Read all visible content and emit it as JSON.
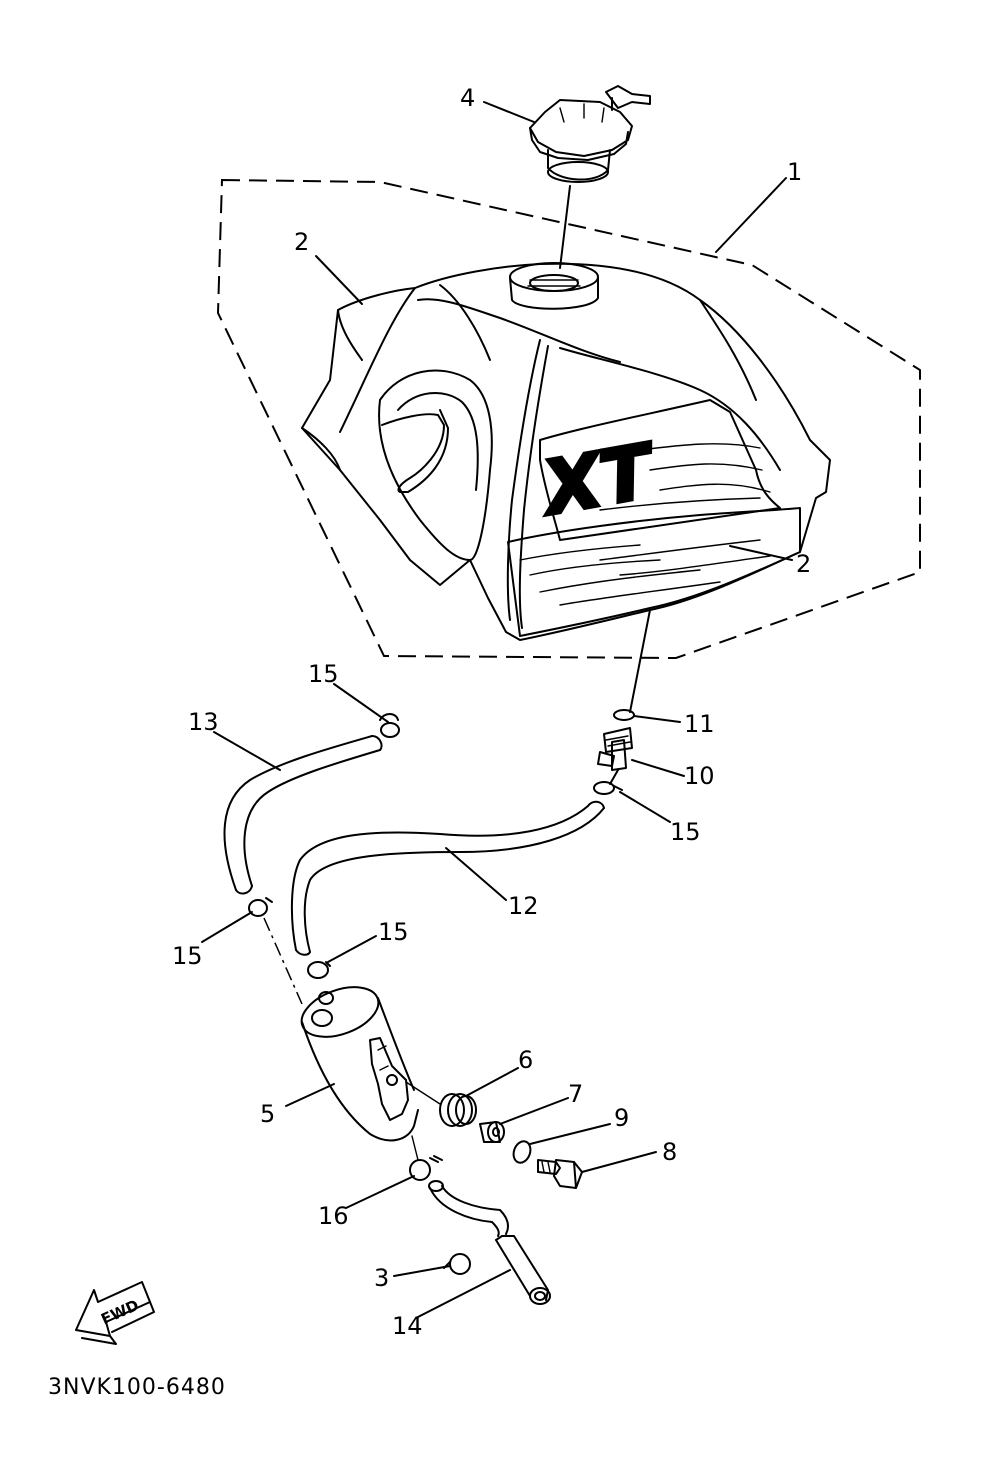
{
  "callouts": [
    "1",
    "2",
    "2",
    "3",
    "4",
    "5",
    "6",
    "7",
    "8",
    "9",
    "10",
    "11",
    "12",
    "13",
    "14",
    "15",
    "15",
    "15",
    "15",
    "16"
  ],
  "decal_text": "XT",
  "fwd_text": "FWD",
  "drawing_code": "3NVK100-6480"
}
